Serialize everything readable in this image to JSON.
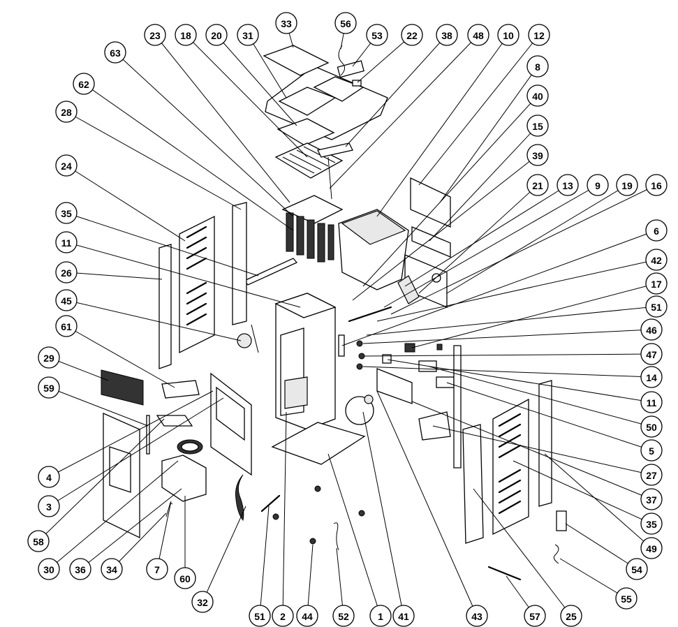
{
  "diagram": {
    "type": "exploded-parts-view",
    "callouts": [
      "33",
      "56",
      "53",
      "22",
      "38",
      "48",
      "10",
      "12",
      "23",
      "18",
      "20",
      "31",
      "63",
      "8",
      "40",
      "15",
      "39",
      "21",
      "13",
      "9",
      "19",
      "16",
      "6",
      "42",
      "17",
      "51",
      "46",
      "47",
      "14",
      "11",
      "50",
      "5",
      "27",
      "37",
      "35",
      "49",
      "54",
      "55",
      "62",
      "28",
      "24",
      "35",
      "11",
      "26",
      "45",
      "61",
      "29",
      "59",
      "4",
      "3",
      "58",
      "30",
      "36",
      "34",
      "7",
      "60",
      "32",
      "51",
      "2",
      "44",
      "52",
      "1",
      "41",
      "43",
      "57",
      "25"
    ]
  }
}
